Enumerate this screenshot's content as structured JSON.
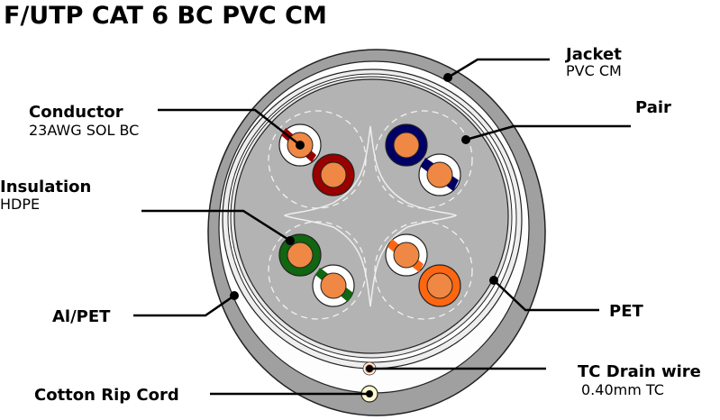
{
  "title": "F/UTP CAT 6 BC PVC CM",
  "labels": {
    "jacket": {
      "name": "Jacket",
      "detail": "PVC CM"
    },
    "pair": {
      "name": "Pair"
    },
    "conductor": {
      "name": "Conductor",
      "detail": "23AWG SOL BC"
    },
    "insulation": {
      "name": "Insulation",
      "detail": "HDPE"
    },
    "al_pet": {
      "name": "Al/PET"
    },
    "pet": {
      "name": "PET"
    },
    "drain": {
      "name": "TC Drain wire",
      "detail": "0.40mm TC"
    },
    "ripcord": {
      "name": "Cotton Rip Cord"
    }
  },
  "colors": {
    "jacket": "#a0a0a0",
    "core": "#b3b3b3",
    "copper": "#ee8844",
    "red": "#990000",
    "blue": "#000066",
    "green": "#116611",
    "orange": "#ff6611",
    "ripcord": "#fff8d0"
  }
}
